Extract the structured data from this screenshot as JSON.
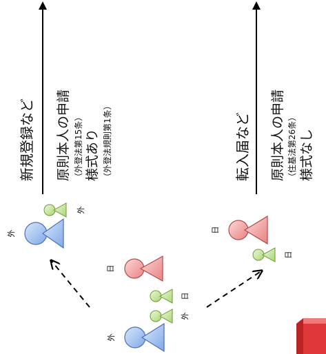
{
  "left_section": {
    "heading": "新規登録など",
    "line1": "原則本人の申請",
    "line1_note": "（外登法第15条）",
    "line2": "様式あり",
    "line2_note": "（外登法規則第1条）"
  },
  "right_section": {
    "heading": "転入届など",
    "line1": "原則本人の申請",
    "line1_note": "（住基法第26条）",
    "line2": "様式なし"
  },
  "person_labels": {
    "foreign": "外",
    "japanese": "日"
  },
  "colors": {
    "foreign_person": "#9ec1f0",
    "japanese_person": "#f3a3a3",
    "child_person": "#c6e59a",
    "arrow": "#000000",
    "corner_block": "#e0383a"
  }
}
